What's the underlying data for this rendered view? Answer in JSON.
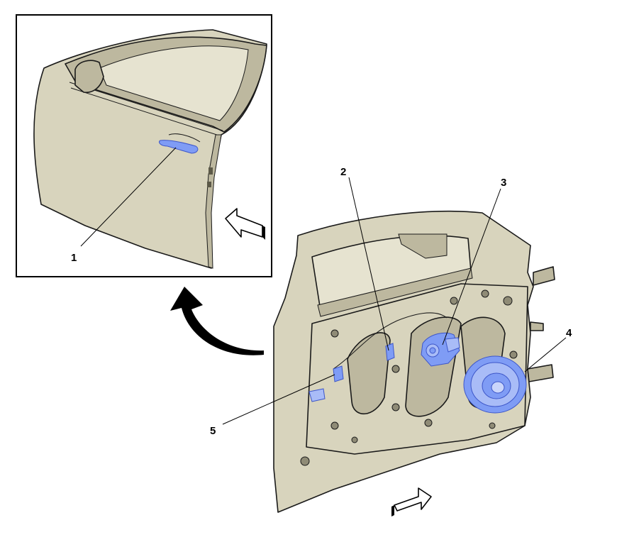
{
  "callouts": {
    "c1": "1",
    "c2": "2",
    "c3": "3",
    "c4": "4",
    "c5": "5"
  },
  "colors": {
    "door_panel": "#d8d4bd",
    "highlight_component": "#7f9cf5",
    "outline": "#1a1a1a",
    "background": "#ffffff"
  },
  "icons": {
    "view_direction_arrow": "view-direction-arrow-icon",
    "detail_pointer_arrow": "curved-arrow-icon"
  }
}
